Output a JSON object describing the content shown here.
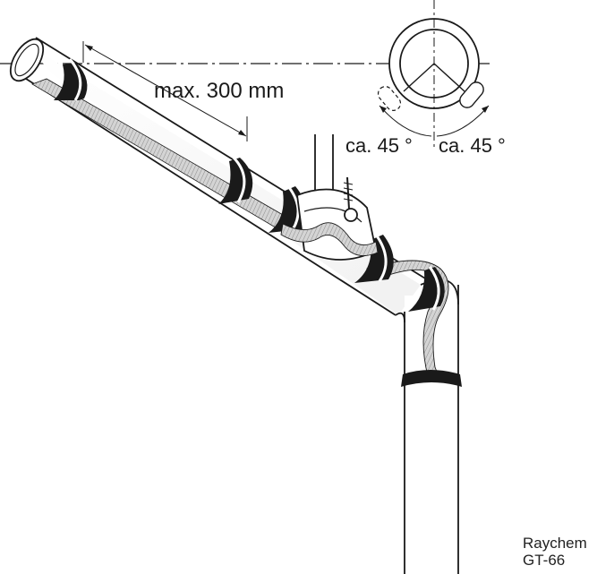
{
  "labels": {
    "spacing": "max. 300 mm",
    "angle_left": "ca. 45 °",
    "angle_right": "ca. 45 °"
  },
  "caption": {
    "line1": "Raychem",
    "line2": "GT-66"
  },
  "colors": {
    "ink": "#1a1a1a",
    "tape_fill": "#cfcfcf",
    "pipe_fill": "#ffffff"
  }
}
